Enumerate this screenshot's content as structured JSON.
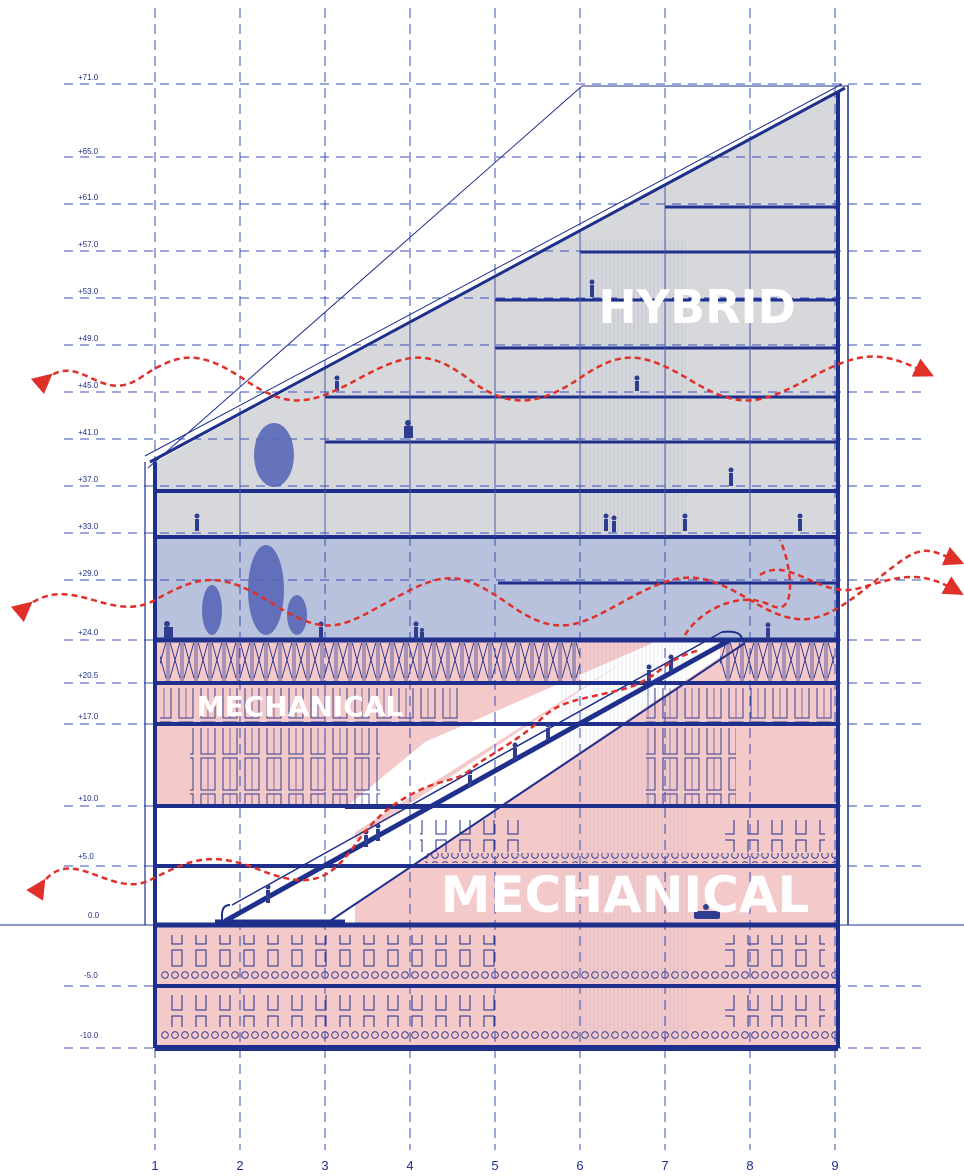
{
  "diagram": {
    "zones": {
      "hybrid_label": "HYBRID",
      "mechanical_upper_label": "MECHANICAL",
      "mechanical_lower_label": "MECHANICAL"
    },
    "column_labels": [
      "1",
      "2",
      "3",
      "4",
      "5",
      "6",
      "7",
      "8",
      "9"
    ],
    "level_labels": [
      "+71.0",
      "+65.0",
      "+61.0",
      "+57.0",
      "+53.0",
      "+49.0",
      "+45.0",
      "+41.0",
      "+37.0",
      "+33.0",
      "+29.0",
      "+24.0",
      "+20.5",
      "+17.0",
      "+10.0",
      "+5.0",
      "0.0",
      "-5.0",
      "-10.0"
    ],
    "colors": {
      "structure": "#1f2f8c",
      "grid": "#3a4fb5",
      "hybrid_fill": "#d6d8dc",
      "band_fill": "#b9c2dc",
      "mechanical_fill": "#f4c9c9",
      "airflow": "#e0302a"
    }
  }
}
